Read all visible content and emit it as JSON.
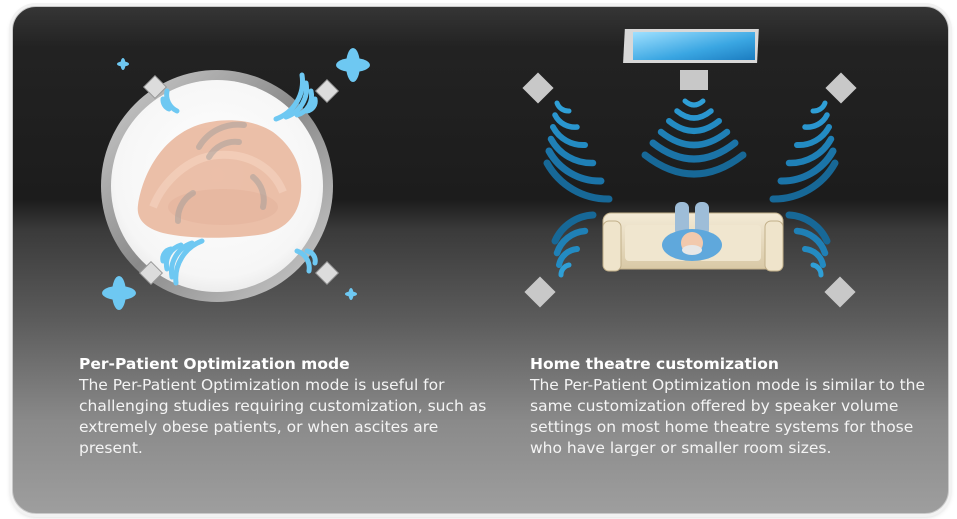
{
  "left_panel": {
    "title": "Per-Patient Optimization mode",
    "body": "The Per-Patient Optimization mode is useful for challenging studies requiring customization, such as extremely obese patients, or when ascites are present."
  },
  "right_panel": {
    "title": "Home theatre customization",
    "body": "The Per-Patient Optimization mode is similar to the same customization offered by speaker volume settings on most home theatre systems for those who have larger or smaller room sizes."
  },
  "colors": {
    "wave_light": "#7fd0f5",
    "wave_dark": "#1f82b8",
    "speaker": "#c8c8c8",
    "tv_screen": "#4fb3e8",
    "sofa": "#e8dcc2",
    "person_shirt": "#6fb3e0",
    "patient_body": "#e8b8a0"
  },
  "icons": [
    "sparkle-icon",
    "speaker-icon",
    "sound-wave-icon",
    "tv-icon",
    "sofa-icon",
    "person-icon"
  ]
}
